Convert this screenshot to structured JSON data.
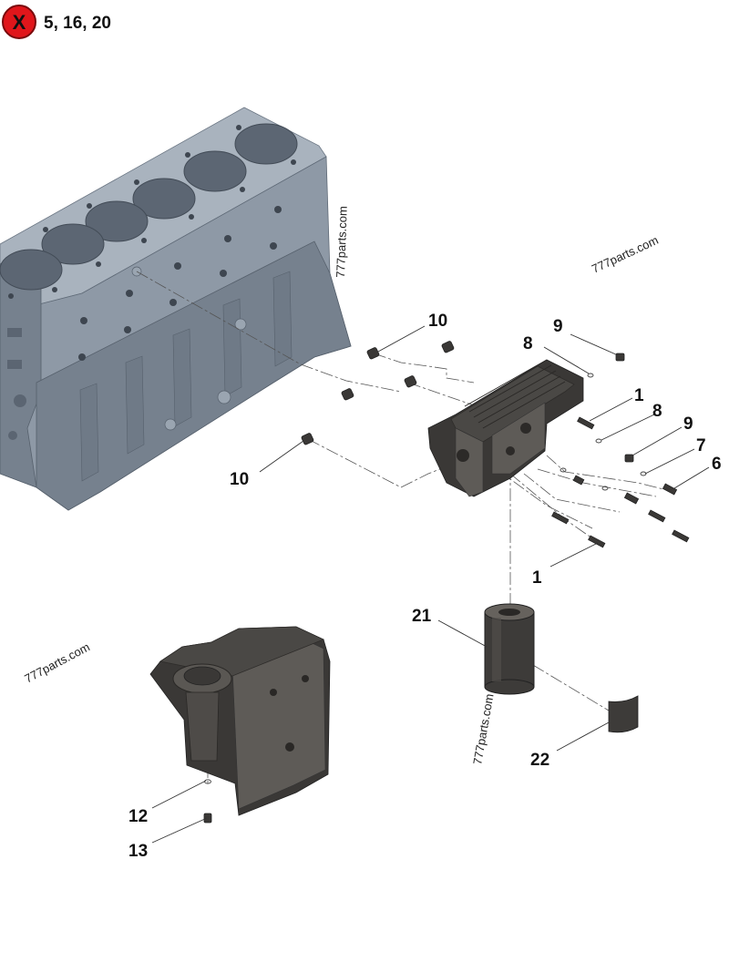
{
  "not_included": {
    "icon": "red-x-circle-icon",
    "mark": "X",
    "items_text": "5, 16, 20",
    "color": "#e0161b"
  },
  "callouts": {
    "c10a": "10",
    "c9a": "9",
    "c8a": "8",
    "c1a": "1",
    "c8b": "8",
    "c9b": "9",
    "c7": "7",
    "c6": "6",
    "c10b": "10",
    "c1b": "1",
    "c21": "21",
    "c22": "22",
    "c12": "12",
    "c13": "13"
  },
  "watermarks": {
    "w1": "777parts.com",
    "w2": "777parts.com",
    "w3": "777parts.com",
    "w4": "777parts.com"
  },
  "colors": {
    "engine_block": "#8e99a6",
    "parts": "#4a4845",
    "badge_red": "#e0161b"
  }
}
